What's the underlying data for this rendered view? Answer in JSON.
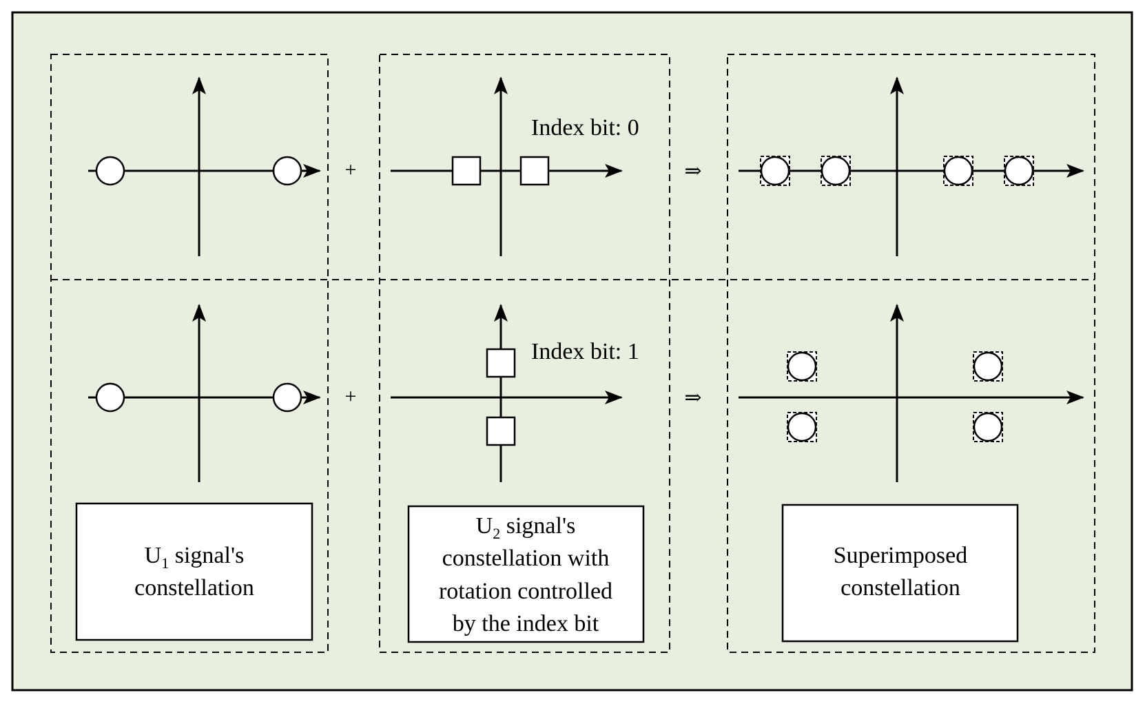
{
  "diagram": {
    "background_color": "#e9efdf",
    "border_color": "#000000",
    "operators": {
      "plus": "+",
      "implies": "⇒"
    },
    "index_labels": {
      "row_0": "Index bit: 0",
      "row_1": "Index bit: 1"
    },
    "captions": {
      "u1": {
        "prefix": "U",
        "subscript": "1",
        "suffix": " signal's",
        "line2": "constellation"
      },
      "u2": {
        "prefix": "U",
        "subscript": "2",
        "suffix": " signal's",
        "line2": "constellation with",
        "line3": "rotation controlled",
        "line4": "by the index bit"
      },
      "superimposed": {
        "line1": "Superimposed",
        "line2": "constellation"
      }
    },
    "symbols": {
      "u1": "circle",
      "u2": "square",
      "superimposed": "circle-in-dashed-square"
    }
  }
}
